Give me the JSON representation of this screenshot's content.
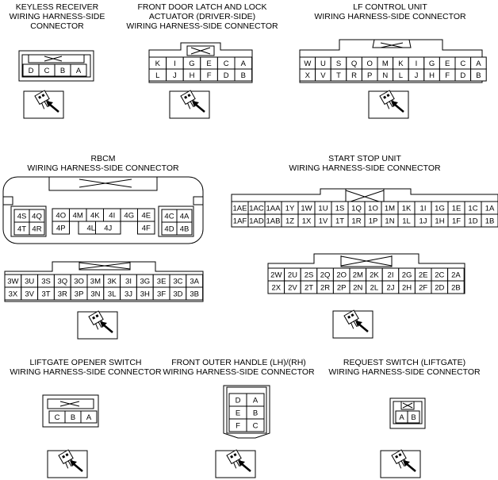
{
  "titles": {
    "keyless": [
      "KEYLESS RECEIVER",
      "WIRING HARNESS-SIDE",
      "CONNECTOR"
    ],
    "front_door": [
      "FRONT DOOR LATCH AND LOCK",
      "ACTUATOR (DRIVER-SIDE)",
      "WIRING HARNESS-SIDE CONNECTOR"
    ],
    "lf_control": [
      "LF CONTROL UNIT",
      "WIRING HARNESS-SIDE CONNECTOR"
    ],
    "rbcm": [
      "RBCM",
      "WIRING HARNESS-SIDE CONNECTOR"
    ],
    "start_stop": [
      "START STOP UNIT",
      "WIRING HARNESS-SIDE CONNECTOR"
    ],
    "liftgate_opener": [
      "LIFTGATE OPENER SWITCH",
      "WIRING HARNESS-SIDE CONNECTOR"
    ],
    "front_outer": [
      "FRONT OUTER HANDLE (LH)/(RH)",
      "WIRING HARNESS-SIDE CONNECTOR"
    ],
    "request_switch": [
      "REQUEST SWITCH (LIFTGATE)",
      "WIRING HARNESS-SIDE CONNECTOR"
    ]
  },
  "connectors": {
    "keyless": {
      "rows": [
        [
          "D",
          "C",
          "B",
          "A"
        ]
      ]
    },
    "front_door": {
      "rows": [
        [
          "K",
          "I",
          "G",
          "E",
          "C",
          "A"
        ],
        [
          "L",
          "J",
          "H",
          "F",
          "D",
          "B"
        ]
      ]
    },
    "lf_control": {
      "rows": [
        [
          "W",
          "U",
          "S",
          "Q",
          "O",
          "M",
          "K",
          "I",
          "G",
          "E",
          "C",
          "A"
        ],
        [
          "X",
          "V",
          "T",
          "R",
          "P",
          "N",
          "L",
          "J",
          "H",
          "F",
          "D",
          "B"
        ]
      ]
    },
    "rbcm_top": {
      "left_block": [
        [
          "4S",
          "4Q"
        ],
        [
          "4T",
          "4R"
        ]
      ],
      "middle_row1": [
        "4O",
        "4M",
        "4K",
        "4I",
        "4G",
        "4E"
      ],
      "middle_row2": [
        "4P",
        "4L",
        "4J",
        "4F"
      ],
      "right_block": [
        [
          "4C",
          "4A"
        ],
        [
          "4D",
          "4B"
        ]
      ]
    },
    "rbcm_bottom": {
      "rows": [
        [
          "3W",
          "3U",
          "3S",
          "3Q",
          "3O",
          "3M",
          "3K",
          "3I",
          "3G",
          "3E",
          "3C",
          "3A"
        ],
        [
          "3X",
          "3V",
          "3T",
          "3R",
          "3P",
          "3N",
          "3L",
          "3J",
          "3H",
          "3F",
          "3D",
          "3B"
        ]
      ]
    },
    "start_stop_top": {
      "rows": [
        [
          "1AE",
          "1AC",
          "1AA",
          "1Y",
          "1W",
          "1U",
          "1S",
          "1Q",
          "1O",
          "1M",
          "1K",
          "1I",
          "1G",
          "1E",
          "1C",
          "1A"
        ],
        [
          "1AF",
          "1AD",
          "1AB",
          "1Z",
          "1X",
          "1V",
          "1T",
          "1R",
          "1P",
          "1N",
          "1L",
          "1J",
          "1H",
          "1F",
          "1D",
          "1B"
        ]
      ]
    },
    "start_stop_bottom": {
      "rows": [
        [
          "2W",
          "2U",
          "2S",
          "2Q",
          "2O",
          "2M",
          "2K",
          "2I",
          "2G",
          "2E",
          "2C",
          "2A"
        ],
        [
          "2X",
          "2V",
          "2T",
          "2R",
          "2P",
          "2N",
          "2L",
          "2J",
          "2H",
          "2F",
          "2D",
          "2B"
        ]
      ]
    },
    "liftgate_opener": {
      "rows": [
        [
          "C",
          "B",
          "A"
        ]
      ]
    },
    "front_outer": {
      "rows": [
        [
          "D",
          "A"
        ],
        [
          "E",
          "B"
        ],
        [
          "F",
          "C"
        ]
      ]
    },
    "request_switch": {
      "rows": [
        [
          "A",
          "B"
        ]
      ]
    }
  },
  "icons": [
    "connector-view-icon"
  ]
}
